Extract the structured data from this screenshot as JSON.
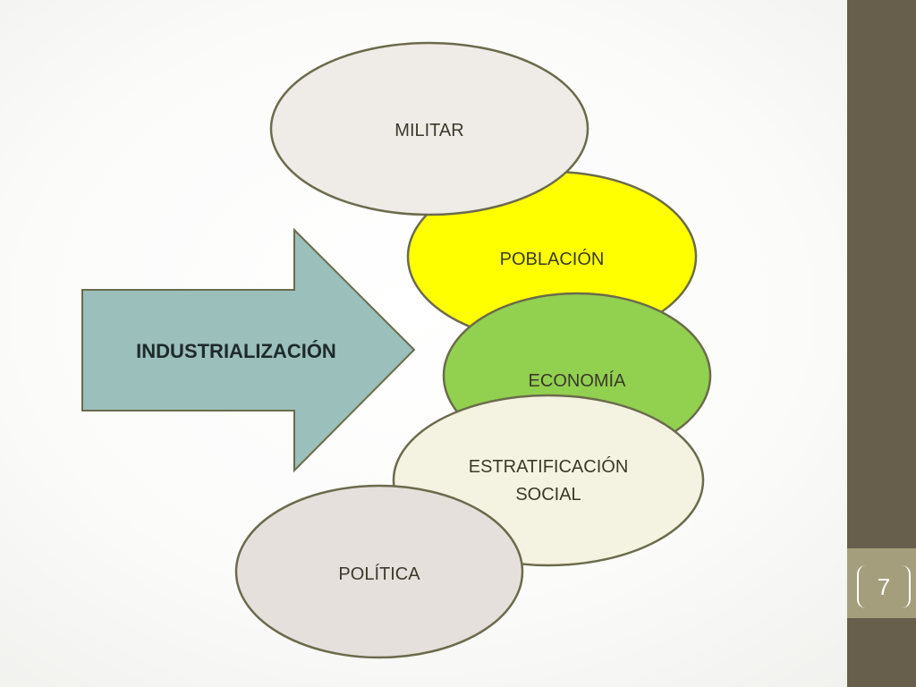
{
  "diagram": {
    "arrow_label": "INDUSTRIALIZACIÓN",
    "nodes": {
      "militar": "MILITAR",
      "poblacion": "POBLACIÓN",
      "economia": "ECONOMÍA",
      "estratificacion_line1": "ESTRATIFICACIÓN",
      "estratificacion_line2": "SOCIAL",
      "politica": "POLÍTICA"
    }
  },
  "colors": {
    "arrow_fill": "#9bbfbb",
    "poblacion_fill": "#ffff00",
    "economia_fill": "#92d050",
    "militar_fill": "#efebe7",
    "estratificacion_fill": "#f4f2e1",
    "politica_fill": "#e5e0db",
    "outline": "#6b6b4c",
    "sidebar": "#675f4b",
    "page_tab": "#a59e7c"
  },
  "footer": {
    "page_number": "7"
  }
}
